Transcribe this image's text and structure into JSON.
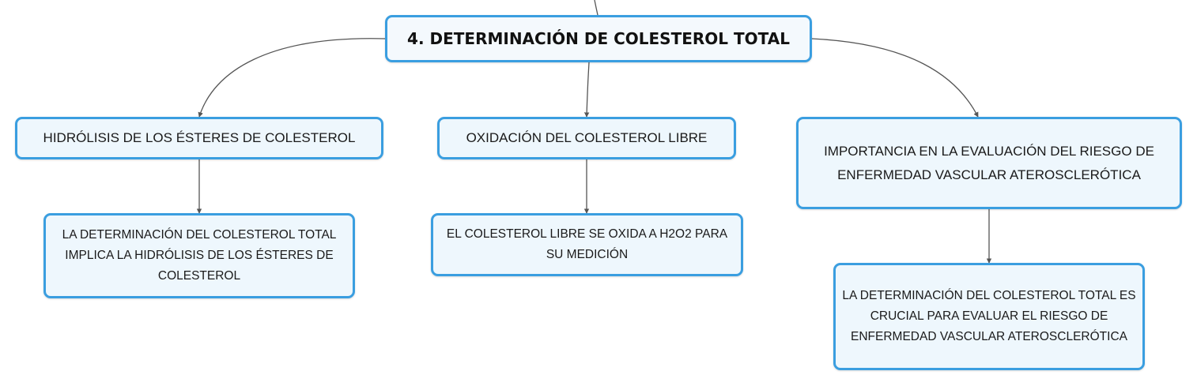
{
  "root": {
    "label": "4. DETERMINACIÓN DE COLESTEROL TOTAL"
  },
  "branches": [
    {
      "label": "HIDRÓLISIS DE LOS ÉSTERES DE COLESTEROL",
      "child": "LA DETERMINACIÓN DEL COLESTEROL TOTAL IMPLICA LA HIDRÓLISIS DE LOS ÉSTERES DE COLESTEROL"
    },
    {
      "label": "OXIDACIÓN DEL COLESTEROL LIBRE",
      "child": "EL COLESTEROL LIBRE SE OXIDA A H2O2 PARA SU MEDICIÓN"
    },
    {
      "label": "IMPORTANCIA EN LA EVALUACIÓN DEL RIESGO DE ENFERMEDAD VASCULAR ATEROSCLERÓTICA",
      "child": "LA DETERMINACIÓN DEL COLESTEROL TOTAL ES CRUCIAL PARA EVALUAR EL RIESGO DE ENFERMEDAD VASCULAR ATEROSCLERÓTICA"
    }
  ],
  "colors": {
    "node_border": "#3a9ee0",
    "node_fill": "#eef7fd",
    "connector": "#555555"
  }
}
